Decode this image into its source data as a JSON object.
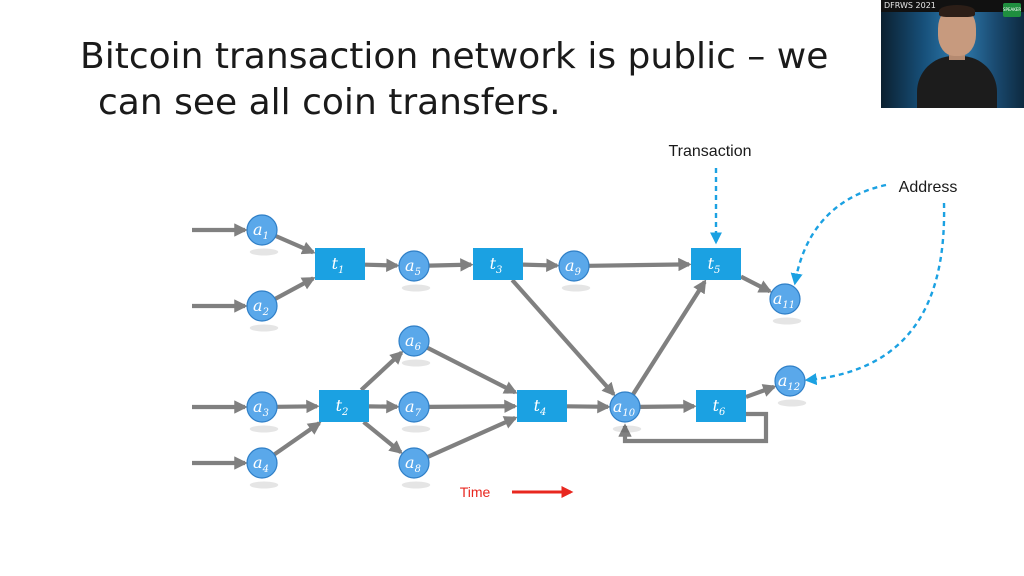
{
  "slide": {
    "title_line1": "Bitcoin transaction network is public – we",
    "title_line2": "can see all coin transfers."
  },
  "webcam": {
    "banner_text": "DFRWS 2021",
    "badge_text": "SPEAKER"
  },
  "diagram": {
    "colors": {
      "node_fill": "#5aa8ea",
      "node_stroke": "#2f7fc7",
      "tx_fill": "#1ba1e2",
      "edge": "#808080",
      "callout": "#1ba1e2",
      "time_arrow": "#e8271f",
      "time_text": "#e8271f"
    },
    "callouts": {
      "transaction": "Transaction",
      "address": "Address",
      "time": "Time"
    },
    "addresses": [
      {
        "id": "a1",
        "base": "a",
        "sub": "1"
      },
      {
        "id": "a2",
        "base": "a",
        "sub": "2"
      },
      {
        "id": "a3",
        "base": "a",
        "sub": "3"
      },
      {
        "id": "a4",
        "base": "a",
        "sub": "4"
      },
      {
        "id": "a5",
        "base": "a",
        "sub": "5"
      },
      {
        "id": "a6",
        "base": "a",
        "sub": "6"
      },
      {
        "id": "a7",
        "base": "a",
        "sub": "7"
      },
      {
        "id": "a8",
        "base": "a",
        "sub": "8"
      },
      {
        "id": "a9",
        "base": "a",
        "sub": "9"
      },
      {
        "id": "a10",
        "base": "a",
        "sub": "10"
      },
      {
        "id": "a11",
        "base": "a",
        "sub": "11"
      },
      {
        "id": "a12",
        "base": "a",
        "sub": "12"
      }
    ],
    "transactions": [
      {
        "id": "t1",
        "base": "t",
        "sub": "1"
      },
      {
        "id": "t2",
        "base": "t",
        "sub": "2"
      },
      {
        "id": "t3",
        "base": "t",
        "sub": "3"
      },
      {
        "id": "t4",
        "base": "t",
        "sub": "4"
      },
      {
        "id": "t5",
        "base": "t",
        "sub": "5"
      },
      {
        "id": "t6",
        "base": "t",
        "sub": "6"
      }
    ],
    "edges": [
      {
        "from": "a1",
        "to": "t1"
      },
      {
        "from": "a2",
        "to": "t1"
      },
      {
        "from": "t1",
        "to": "a5"
      },
      {
        "from": "a5",
        "to": "t3"
      },
      {
        "from": "t3",
        "to": "a9"
      },
      {
        "from": "t3",
        "to": "a10"
      },
      {
        "from": "a9",
        "to": "t5"
      },
      {
        "from": "t5",
        "to": "a11"
      },
      {
        "from": "a3",
        "to": "t2"
      },
      {
        "from": "a4",
        "to": "t2"
      },
      {
        "from": "t2",
        "to": "a6"
      },
      {
        "from": "t2",
        "to": "a7"
      },
      {
        "from": "t2",
        "to": "a8"
      },
      {
        "from": "a6",
        "to": "t4"
      },
      {
        "from": "a7",
        "to": "t4"
      },
      {
        "from": "a8",
        "to": "t4"
      },
      {
        "from": "t4",
        "to": "a10"
      },
      {
        "from": "a10",
        "to": "t5"
      },
      {
        "from": "a10",
        "to": "t6"
      },
      {
        "from": "t6",
        "to": "a12"
      },
      {
        "from": "t6",
        "to": "a10"
      }
    ],
    "inputs": [
      "a1",
      "a2",
      "a3",
      "a4"
    ]
  }
}
